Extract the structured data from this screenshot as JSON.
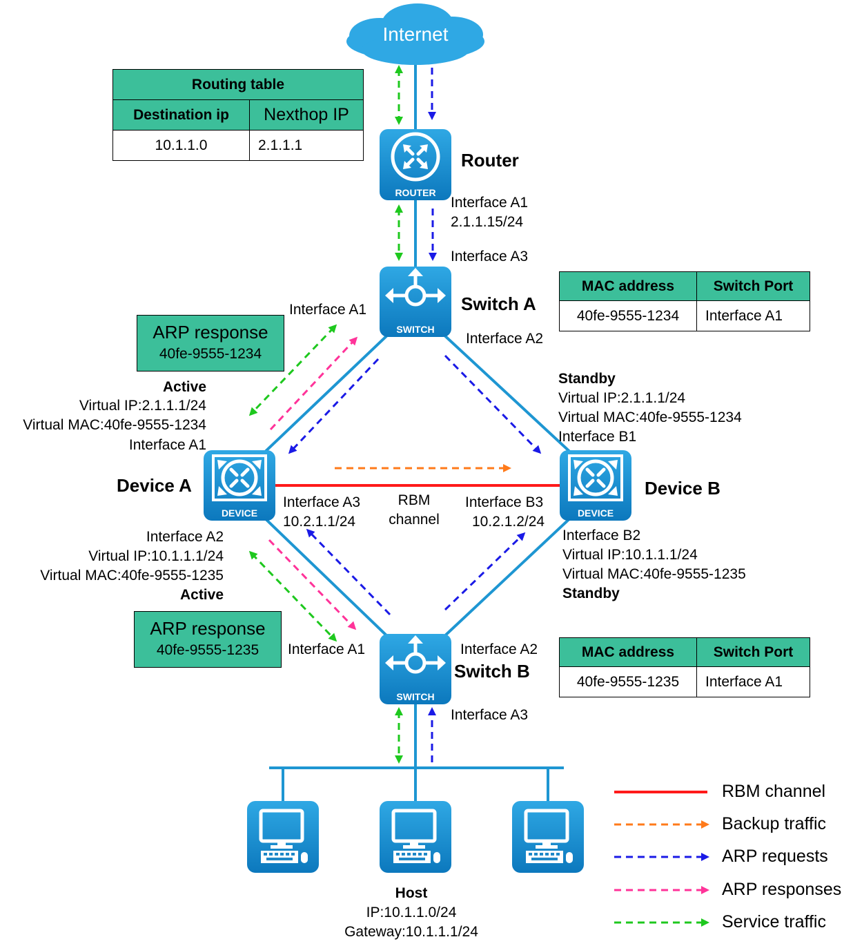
{
  "internet": {
    "label": "Internet"
  },
  "router": {
    "name": "Router",
    "icon_label": "ROUTER",
    "iface_a1": "Interface A1",
    "iface_a1_ip": "2.1.1.15/24"
  },
  "routing_table": {
    "title": "Routing table",
    "headers": [
      "Destination ip",
      "Nexthop IP"
    ],
    "row": [
      "10.1.1.0",
      "2.1.1.1"
    ]
  },
  "switch_a": {
    "name": "Switch A",
    "icon_label": "SWITCH",
    "iface_a1": "Interface A1",
    "iface_a2": "Interface A2",
    "iface_a3": "Interface A3",
    "mac_table": {
      "headers": [
        "MAC address",
        "Switch Port"
      ],
      "row": [
        "40fe-9555-1234",
        "Interface A1"
      ]
    }
  },
  "switch_b": {
    "name": "Switch B",
    "icon_label": "SWITCH",
    "iface_a1": "Interface A1",
    "iface_a2": "Interface A2",
    "iface_a3": "Interface A3",
    "mac_table": {
      "headers": [
        "MAC address",
        "Switch Port"
      ],
      "row": [
        "40fe-9555-1235",
        "Interface A1"
      ]
    }
  },
  "arp_response_top": {
    "title": "ARP response",
    "mac": "40fe-9555-1234"
  },
  "arp_response_bottom": {
    "title": "ARP response",
    "mac": "40fe-9555-1235"
  },
  "device_a": {
    "name": "Device A",
    "icon_label": "DEVICE",
    "top": {
      "state": "Active",
      "vip": "Virtual IP:2.1.1.1/24",
      "vmac": "Virtual MAC:40fe-9555-1234",
      "iface": "Interface A1"
    },
    "rbm_iface": "Interface A3",
    "rbm_ip": "10.2.1.1/24",
    "bottom": {
      "iface": "Interface A2",
      "vip": "Virtual IP:10.1.1.1/24",
      "vmac": "Virtual MAC:40fe-9555-1235",
      "state": "Active"
    }
  },
  "device_b": {
    "name": "Device B",
    "icon_label": "DEVICE",
    "top": {
      "state": "Standby",
      "vip": "Virtual IP:2.1.1.1/24",
      "vmac": "Virtual MAC:40fe-9555-1234",
      "iface": "Interface B1"
    },
    "rbm_iface": "Interface B3",
    "rbm_ip": "10.2.1.2/24",
    "bottom": {
      "iface": "Interface B2",
      "vip": "Virtual IP:10.1.1.1/24",
      "vmac": "Virtual MAC:40fe-9555-1235",
      "state": "Standby"
    }
  },
  "rbm_channel": {
    "line1": "RBM",
    "line2": "channel"
  },
  "host": {
    "name": "Host",
    "ip": "IP:10.1.1.0/24",
    "gateway": "Gateway:10.1.1.1/24"
  },
  "legend": [
    {
      "label": "RBM channel",
      "color": "#ff1a1a",
      "style": "solid"
    },
    {
      "label": "Backup traffic",
      "color": "#ff7a1a",
      "style": "dashed-arrow"
    },
    {
      "label": "ARP requests",
      "color": "#1a1ae6",
      "style": "dashed-arrow"
    },
    {
      "label": "ARP responses",
      "color": "#ff3399",
      "style": "dashed-arrow"
    },
    {
      "label": "Service traffic",
      "color": "#1ec81e",
      "style": "dashed-arrow"
    }
  ],
  "colors": {
    "link": "#1e96d2",
    "rbm": "#ff1a1a",
    "backup": "#ff7a1a",
    "arp_request": "#1a1ae6",
    "arp_response": "#ff3399",
    "service": "#1ec81e",
    "table_header": "#3cbf9a",
    "icon_blue": "#1e96d2"
  }
}
